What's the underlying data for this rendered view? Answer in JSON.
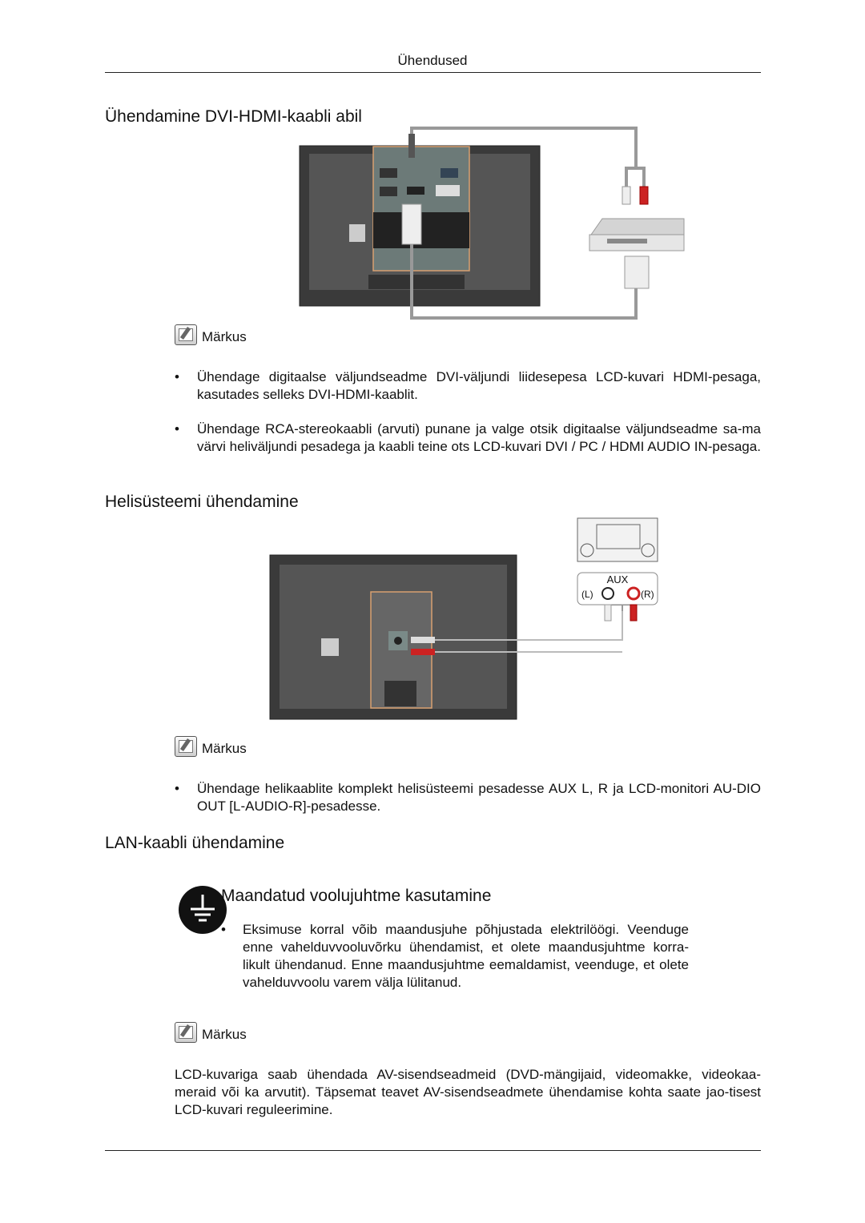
{
  "header": {
    "title": "Ühendused"
  },
  "sections": {
    "dvi_hdmi": {
      "heading": "Ühendamine DVI-HDMI-kaabli abil",
      "note_label": "Märkus",
      "bullets": [
        "Ühendage digitaalse väljundseadme DVI-väljundi liidesepesa LCD-kuvari HDMI-pesaga, kasutades selleks DVI-HDMI-kaablit.",
        "Ühendage RCA-stereokaabli (arvuti) punane ja valge otsik digitaalse väljundseadme sa-ma värvi heliväljundi pesadega ja kaabli teine ots LCD-kuvari DVI / PC / HDMI AUDIO IN-pesaga."
      ]
    },
    "audio": {
      "heading": "Helisüsteemi ühendamine",
      "aux_label": "AUX",
      "left_label": "(L)",
      "right_label": "(R)",
      "note_label": "Märkus",
      "bullets": [
        "Ühendage helikaablite komplekt helisüsteemi pesadesse AUX L, R ja LCD-monitori AU-DIO OUT [L-AUDIO-R]-pesadesse."
      ]
    },
    "lan": {
      "heading": "LAN-kaabli ühendamine"
    },
    "ground": {
      "heading": "Maandatud voolujuhtme kasutamine",
      "bullet": "Eksimuse korral võib maandusjuhe põhjustada elektrilöögi. Veenduge enne vahelduvvooluvõrku ühendamist, et olete maandusjuhtme korra-likult ühendanud. Enne maandusjuhtme eemaldamist, veenduge, et olete vahelduvvoolu varem välja lülitanud.",
      "note_label": "Märkus",
      "paragraph": "LCD-kuvariga saab ühendada AV-sisendseadmeid (DVD-mängijaid, videomakke, videokaa-meraid või ka arvutit). Täpsemat teavet AV-sisendseadmete ühendamise kohta saate jao-tisest LCD-kuvari reguleerimine."
    }
  },
  "icons": {
    "note": "memo-icon",
    "ground": "ground-symbol-icon",
    "bullet_glyph": "•"
  }
}
